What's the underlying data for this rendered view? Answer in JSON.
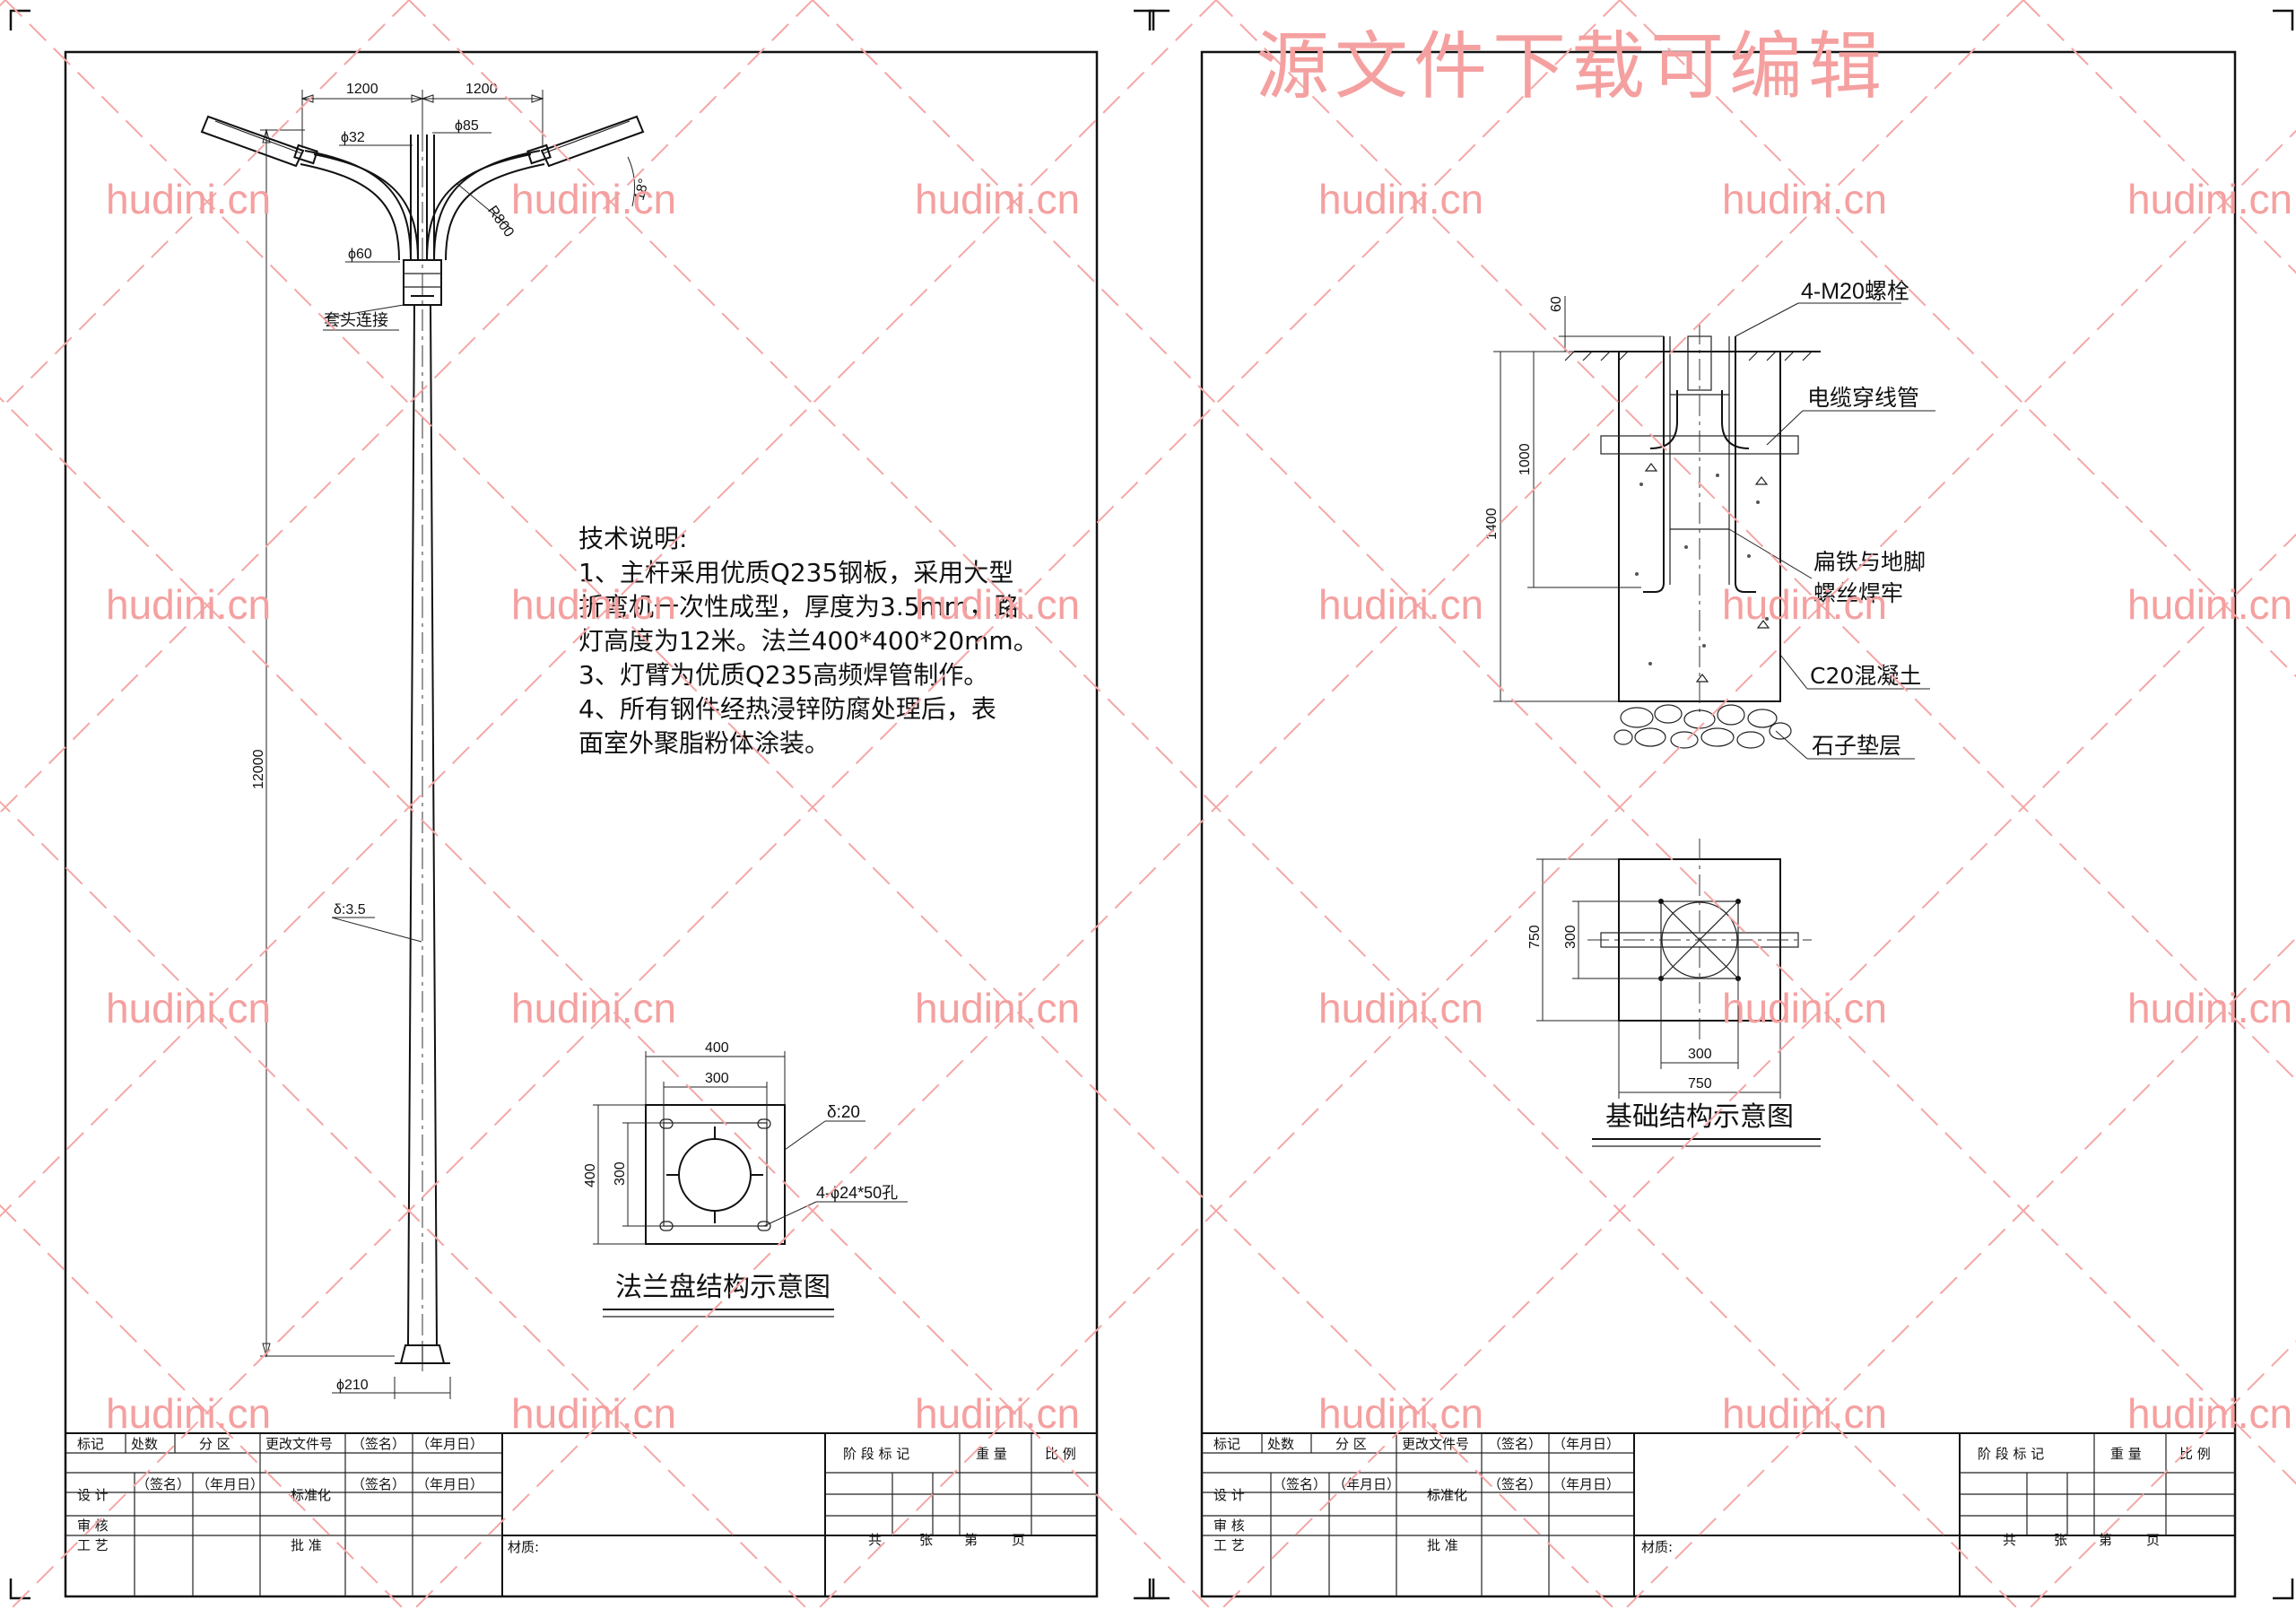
{
  "watermark": {
    "site": "hudini.cn",
    "banner": "源文件下载可编辑"
  },
  "left_sheet": {
    "pole": {
      "dims": {
        "arm_span_left": "1200",
        "arm_span_right": "1200",
        "arm_tube_dia": "ϕ32",
        "top_dia": "ϕ85",
        "arm_angle": "18°",
        "arm_radius": "R800",
        "arm_base_dia": "ϕ60",
        "height": "12000",
        "wall_thickness": "δ:3.5",
        "base_dia": "ϕ210"
      },
      "label_sleeve": "套头连接"
    },
    "notes": {
      "heading": "技术说明:",
      "lines": [
        "1、主杆采用优质Q235钢板，采用大型",
        "折弯机一次性成型，厚度为3.5mm，路",
        "灯高度为12米。法兰400*400*20mm。",
        "3、灯臂为优质Q235高频焊管制作。",
        "4、所有钢件经热浸锌防腐处理后，表",
        "面室外聚脂粉体涂装。"
      ]
    },
    "flange": {
      "dim_outer_w": "400",
      "dim_inner_w": "300",
      "dim_outer_h": "400",
      "dim_inner_h": "300",
      "thickness": "δ:20",
      "holes": "4-ϕ24*50孔",
      "caption": "法兰盘结构示意图"
    }
  },
  "right_sheet": {
    "section": {
      "bolts": "4-M20螺栓",
      "cable_pipe": "电缆穿线管",
      "flat_iron_1": "扁铁与地脚",
      "flat_iron_2": "螺丝焊牢",
      "concrete": "C20混凝土",
      "gravel": "石子垫层",
      "dim_top": "60",
      "dim_1000": "1000",
      "dim_1400": "1400"
    },
    "plan": {
      "dim_750_v": "750",
      "dim_300_v": "300",
      "dim_300_h": "300",
      "dim_750_h": "750",
      "caption": "基础结构示意图"
    }
  },
  "title_block": {
    "row1": [
      "标记",
      "处数",
      "分 区",
      "更改文件号",
      "（签名）",
      "（年月日）"
    ],
    "row2": [
      "设 计",
      "（签名）",
      "（年月日）",
      "标准化",
      "（签名）",
      "（年月日）"
    ],
    "row3": [
      "审 核"
    ],
    "row4": [
      "工 艺",
      "批 准"
    ],
    "material": "材质:",
    "stage_header": [
      "阶 段 标 记",
      "重 量",
      "比 例"
    ],
    "pages": [
      "共",
      "张",
      "第",
      "页"
    ]
  }
}
